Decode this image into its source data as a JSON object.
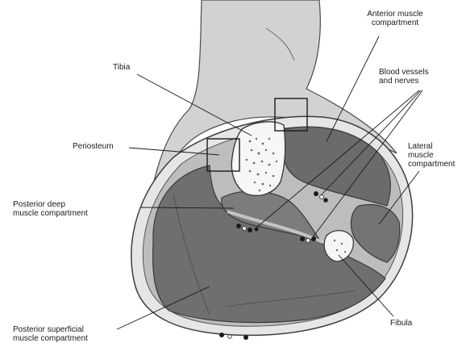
{
  "labels": {
    "anterior_muscle_compartment": {
      "line1": "Anterior muscle",
      "line2": "compartment"
    },
    "tibia": "Tibia",
    "blood_vessels_and_nerves": {
      "line1": "Blood vessels",
      "line2": "and nerves"
    },
    "periosteum": "Periosteum",
    "lateral_muscle_compartment": {
      "line1": "Lateral",
      "line2": "muscle",
      "line3": "compartment"
    },
    "posterior_deep_muscle_compartment": {
      "line1": "Posterior deep",
      "line2": "muscle compartment"
    },
    "posterior_superficial_muscle_compartment": {
      "line1": "Posterior superficial",
      "line2": "muscle compartment"
    },
    "fibula": "Fibula"
  },
  "colors": {
    "skin_outline": "#4a4a4a",
    "leg_skin": "#c9c9c9",
    "muscle_dark": "#6b6b6b",
    "muscle_mid": "#7a7a7a",
    "fascia": "#b5b5b5",
    "bone": "#f4f4f4",
    "leader_line": "#1a1a1a"
  }
}
